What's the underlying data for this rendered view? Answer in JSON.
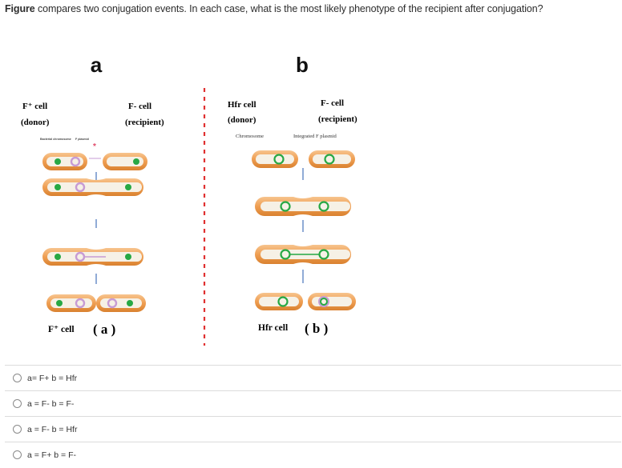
{
  "question": {
    "bold": "Figure",
    "text": " compares two conjugation events. In each case, what is the most likely phenotype of the recipient after conjugation?"
  },
  "figure": {
    "panel_a": {
      "letter": "a",
      "donor_label": "F⁺ cell",
      "donor_role": "(donor)",
      "recipient_label": "F- cell",
      "recipient_role": "(recipient)",
      "tag_chromosome": "Bacterial chromosome",
      "tag_plasmid": "F plasmid",
      "result_prefix": "F⁺ cell",
      "result_blank": "( a )"
    },
    "panel_b": {
      "letter": "b",
      "donor_label": "Hfr cell",
      "donor_role": "(donor)",
      "recipient_label": "F- cell",
      "recipient_role": "(recipient)",
      "tag_chromosome": "Chromosome",
      "tag_plasmid": "Integrated F plasmid",
      "result_prefix": "Hfr cell",
      "result_blank": "( b )"
    },
    "colors": {
      "cell_fill": "#f0a35a",
      "cell_inner": "#f6f1e6",
      "chromosome": "#27a844",
      "plasmid": "#c79bd4",
      "divider": "#e03030",
      "arrow": "#6a8fc8"
    }
  },
  "options": [
    {
      "label": "a= F+ b = Hfr"
    },
    {
      "label": "a = F- b = F-"
    },
    {
      "label": "a = F- b = Hfr"
    },
    {
      "label": "a = F+ b = F-"
    }
  ]
}
